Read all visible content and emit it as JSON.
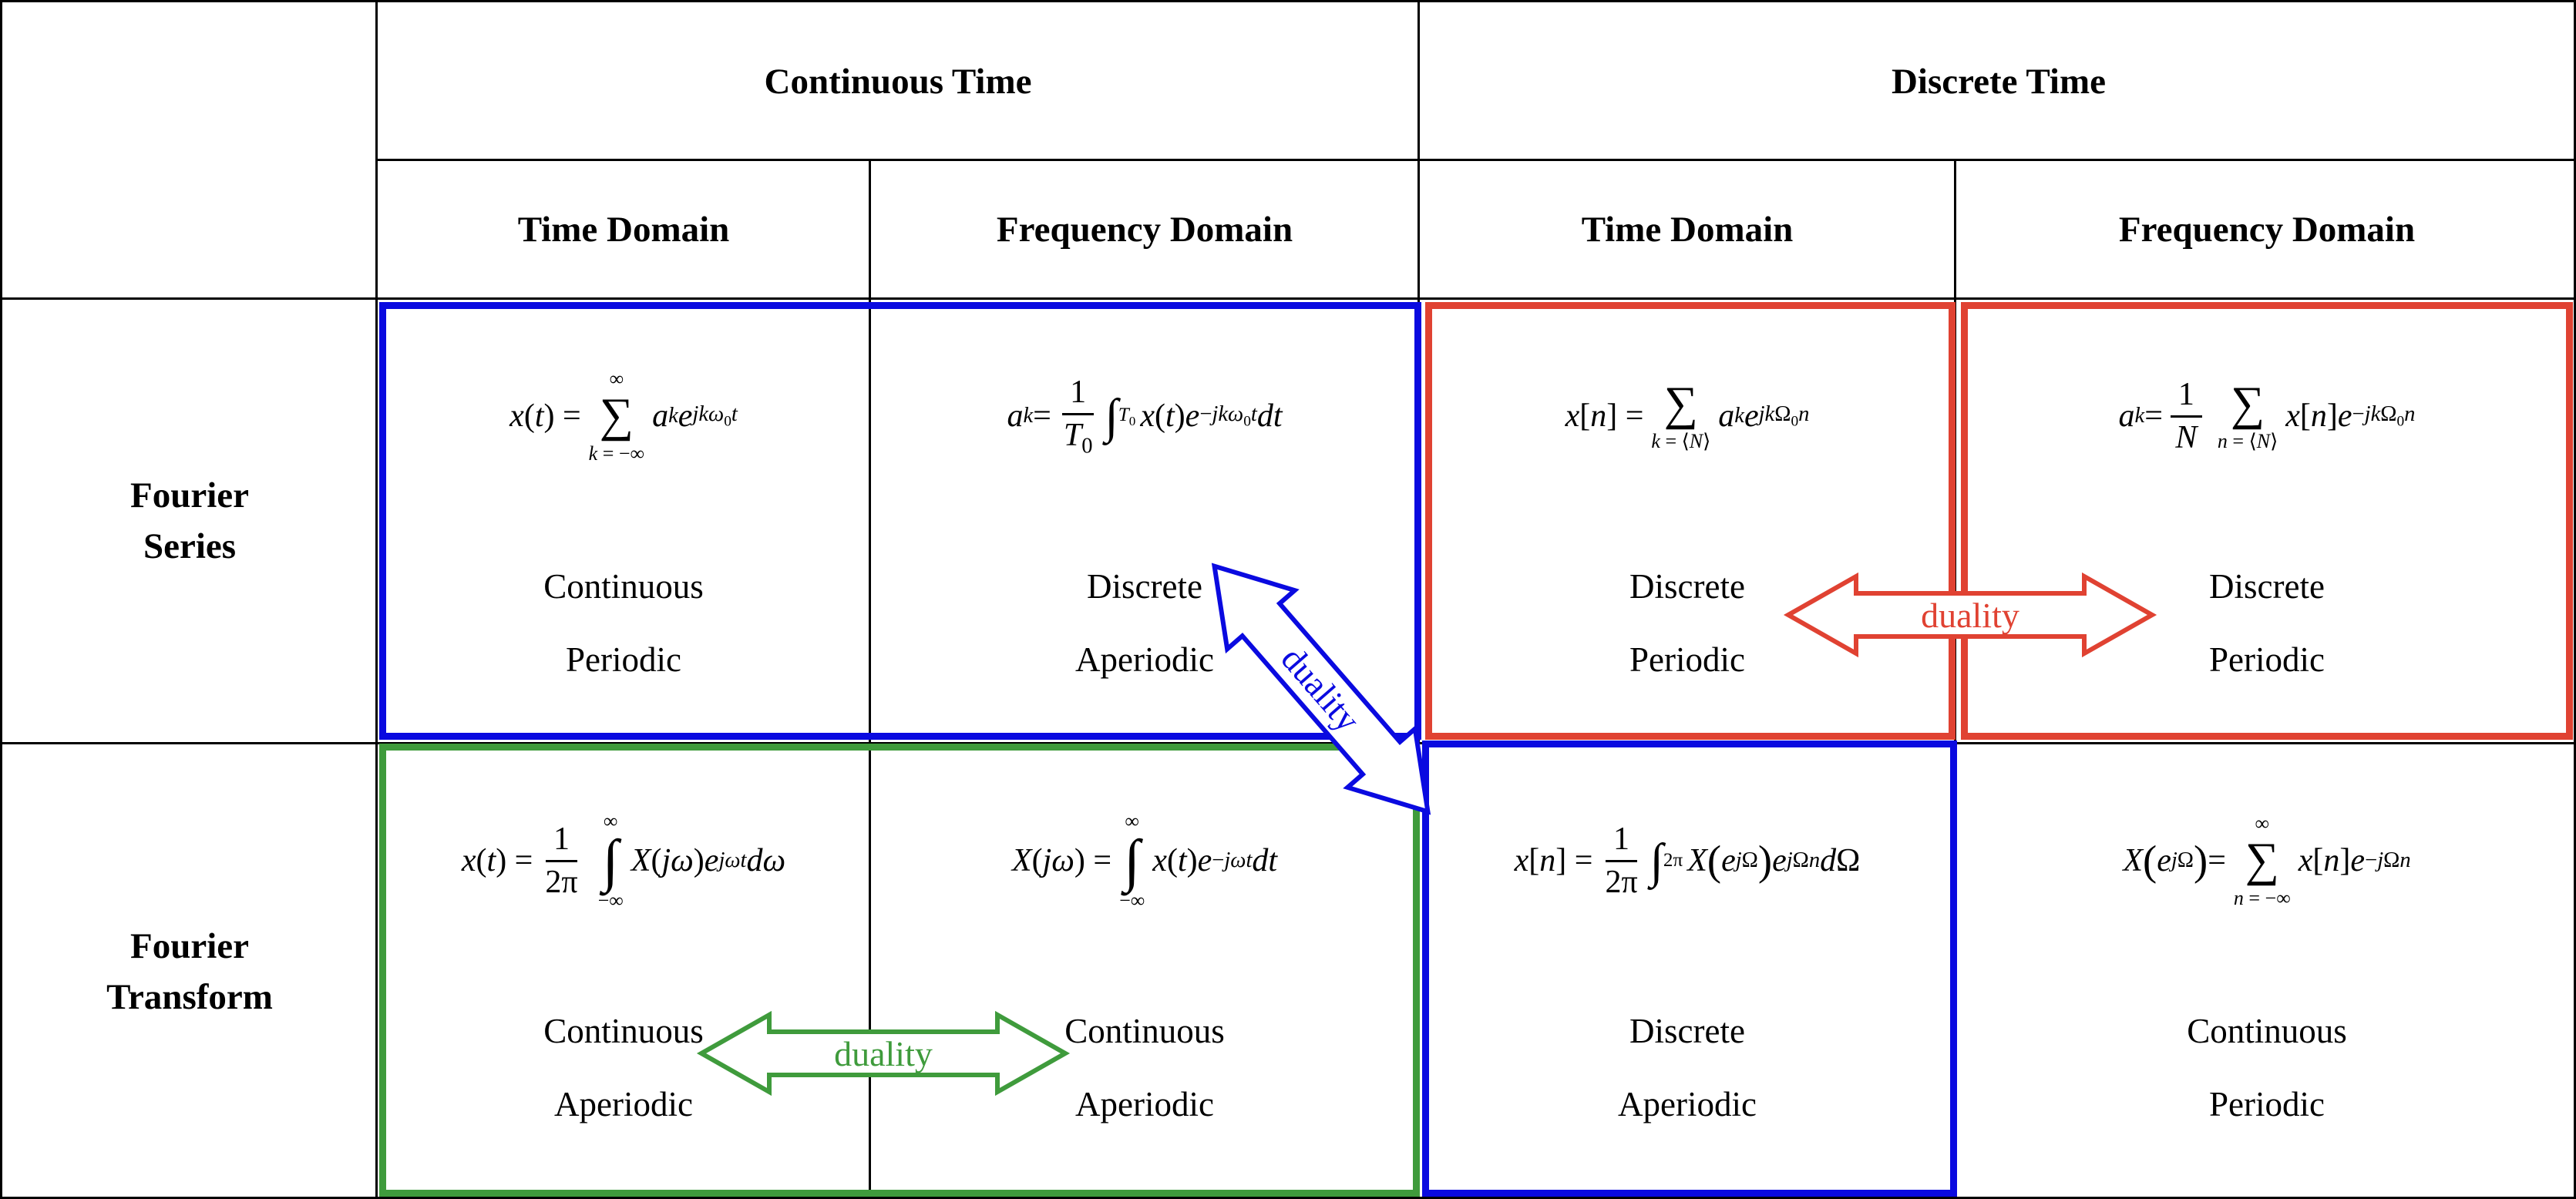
{
  "colors": {
    "blue": "#0a0ae0",
    "red": "#e04232",
    "green": "#3f9b3c",
    "line": "#000000"
  },
  "headers": {
    "continuous_time": "Continuous Time",
    "discrete_time": "Discrete Time",
    "ct_time_domain": "Time Domain",
    "ct_frequency_domain": "Frequency Domain",
    "dt_time_domain": "Time Domain",
    "dt_frequency_domain": "Frequency Domain"
  },
  "rows": {
    "fourier_series": "Fourier Series",
    "fourier_transform": "Fourier Transform"
  },
  "cells": {
    "fs_ct_time": {
      "formula_html": "<i>x</i>(<i>t</i>) = <span class='bigop'><span class='lim'>∞</span><span class='op'>∑</span><span class='lim'><i>k</i> = −∞</span></span><i>a</i><sub><i>k</i></sub><i>e</i><sup><i>jkω</i><sub>0</sub><i>t</i></sup>",
      "prop1": "Continuous",
      "prop2": "Periodic"
    },
    "fs_ct_freq": {
      "formula_html": "<i>a</i><sub><i>k</i></sub> = <span class='frac'><span class='top'>1</span><span class='bot'><i>T</i><sub>0</sub></span></span><span class='intsym'>∫</span><span class='intsub'><i>T</i><sub>0</sub></span><i>x</i>(<i>t</i>)<i>e</i><sup>−<i>jkω</i><sub>0</sub><i>t</i></sup><i>dt</i>",
      "prop1": "Discrete",
      "prop2": "Aperiodic"
    },
    "fs_dt_time": {
      "formula_html": "<i>x</i>[<i>n</i>] = <span class='bigop'><span class='op'>∑</span><span class='lim'><i>k</i> = ⟨<i>N</i>⟩</span></span><i>a</i><sub><i>k</i></sub><i>e</i><sup><i>jk</i>Ω<sub>0</sub><i>n</i></sup>",
      "prop1": "Discrete",
      "prop2": "Periodic"
    },
    "fs_dt_freq": {
      "formula_html": "<i>a</i><sub><i>k</i></sub> = <span class='frac'><span class='top'>1</span><span class='bot'><i>N</i></span></span><span class='bigop'><span class='op'>∑</span><span class='lim'><i>n</i> = ⟨<i>N</i>⟩</span></span><i>x</i>[<i>n</i>]<i>e</i><sup>−<i>jk</i>Ω<sub>0</sub><i>n</i></sup>",
      "prop1": "Discrete",
      "prop2": "Periodic"
    },
    "ft_ct_time": {
      "formula_html": "<i>x</i>(<i>t</i>) = <span class='frac'><span class='top'>1</span><span class='bot'>2π</span></span><span class='bigop'><span class='lim'>∞</span><span class='op intop'>∫</span><span class='lim'>−∞</span></span><i>X</i>(<i>jω</i>)<i>e</i><sup><i>jωt</i></sup><i>dω</i>",
      "prop1": "Continuous",
      "prop2": "Aperiodic"
    },
    "ft_ct_freq": {
      "formula_html": "<i>X</i>(<i>jω</i>) = <span class='bigop'><span class='lim'>∞</span><span class='op intop'>∫</span><span class='lim'>−∞</span></span><i>x</i>(<i>t</i>)<i>e</i><sup>−<i>jωt</i></sup><i>dt</i>",
      "prop1": "Continuous",
      "prop2": "Aperiodic"
    },
    "ft_dt_time": {
      "formula_html": "<i>x</i>[<i>n</i>] = <span class='frac'><span class='top'>1</span><span class='bot'>2π</span></span><span class='intsym'>∫</span><span class='intsub'>2π</span><i>X</i><span class='bp'>(</span><i>e</i><sup><i>j</i>Ω</sup><span class='bp'>)</span><i>e</i><sup><i>j</i>Ω<i>n</i></sup><i>d</i>Ω",
      "prop1": "Discrete",
      "prop2": "Aperiodic"
    },
    "ft_dt_freq": {
      "formula_html": "<i>X</i><span class='bp'>(</span><i>e</i><sup><i>j</i>Ω</sup><span class='bp'>)</span> = <span class='bigop'><span class='lim'>∞</span><span class='op'>∑</span><span class='lim'><i>n</i> = −∞</span></span><i>x</i>[<i>n</i>]<i>e</i><sup>−<i>j</i>Ω<i>n</i></sup>",
      "prop1": "Continuous",
      "prop2": "Periodic"
    }
  },
  "arrows": {
    "red": {
      "label": "duality"
    },
    "green": {
      "label": "duality"
    },
    "blue": {
      "label": "duality"
    }
  }
}
